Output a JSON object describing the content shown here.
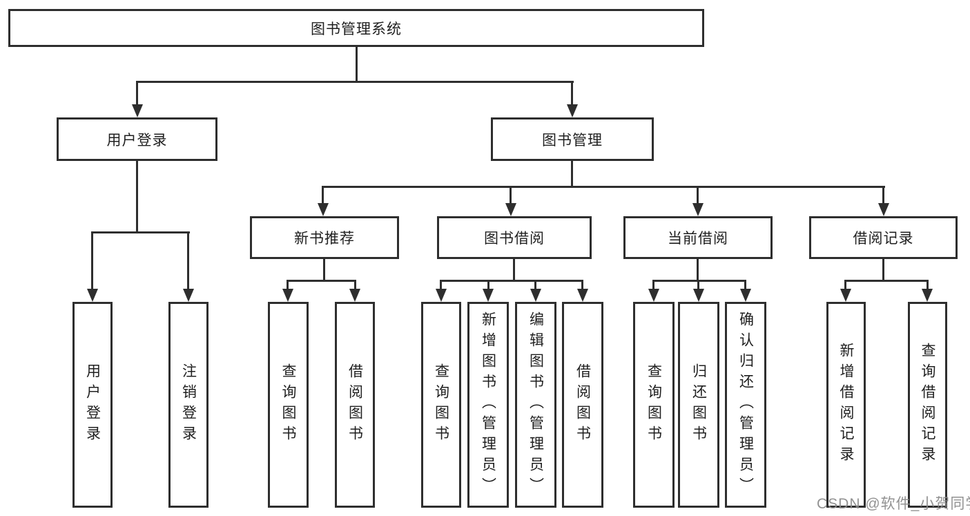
{
  "diagram": {
    "title": "图书管理系统",
    "root": {
      "label": "图书管理系统"
    },
    "level2": [
      {
        "label": "用户登录"
      },
      {
        "label": "图书管理"
      }
    ],
    "level3": [
      {
        "label": "新书推荐"
      },
      {
        "label": "图书借阅"
      },
      {
        "label": "当前借阅"
      },
      {
        "label": "借阅记录"
      }
    ],
    "leaves": {
      "login": [
        {
          "label": "用户登录"
        },
        {
          "label": "注销登录"
        }
      ],
      "newbook": [
        {
          "label": "查询图书"
        },
        {
          "label": "借阅图书"
        }
      ],
      "borrow": [
        {
          "label": "查询图书"
        },
        {
          "label": "新增图书（管理员）"
        },
        {
          "label": "编辑图书（管理员）"
        },
        {
          "label": "借阅图书"
        }
      ],
      "current": [
        {
          "label": "查询图书"
        },
        {
          "label": "归还图书"
        },
        {
          "label": "确认归还（管理员）"
        }
      ],
      "records": [
        {
          "label": "新增借阅记录"
        },
        {
          "label": "查询借阅记录"
        }
      ]
    },
    "watermark": "CSDN @软件_小贺同学",
    "colors": {
      "border": "#2e2e2e",
      "text": "#1f1f1f",
      "watermark": "#8c8c8c",
      "background": "#ffffff"
    }
  }
}
